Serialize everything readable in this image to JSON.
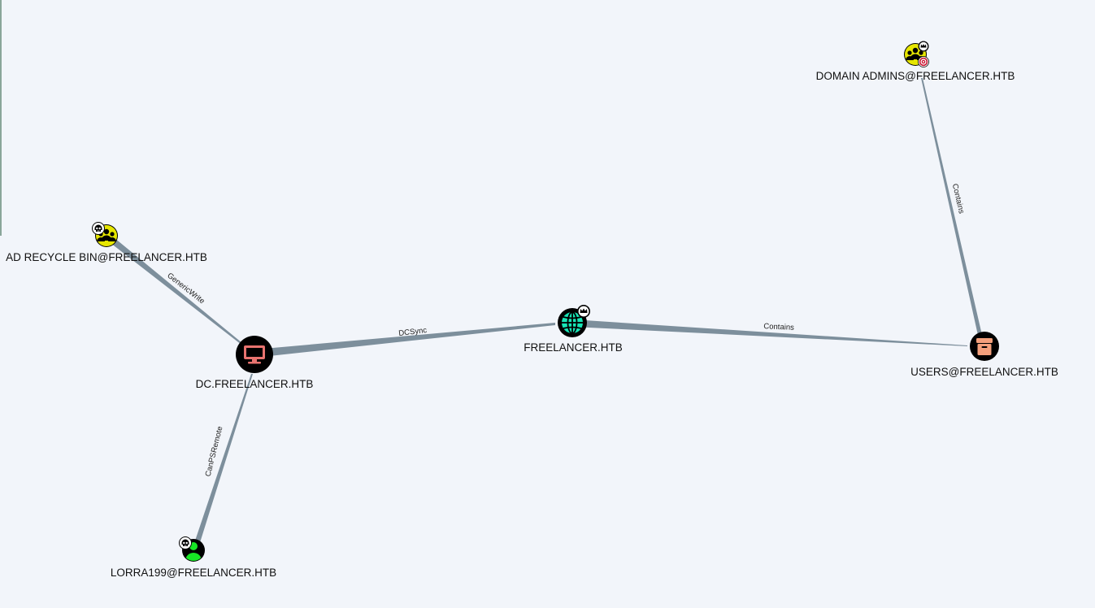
{
  "graph": {
    "nodes": {
      "domain_admins": {
        "label": "DOMAIN ADMINS@FREELANCER.HTB",
        "type": "group",
        "badges": [
          "crown-icon",
          "target-icon"
        ],
        "colors": {
          "fill": "#e6e600",
          "ring": "#000000"
        }
      },
      "ad_recycle": {
        "label": "AD RECYCLE BIN@FREELANCER.HTB",
        "type": "group",
        "badges": [
          "skull-icon"
        ],
        "colors": {
          "fill": "#e6e600",
          "ring": "#000000"
        }
      },
      "dc": {
        "label": "DC.FREELANCER.HTB",
        "type": "computer",
        "badges": [],
        "colors": {
          "fill": "#e8736f",
          "ring": "#000000"
        }
      },
      "freelancer": {
        "label": "FREELANCER.HTB",
        "type": "domain",
        "badges": [
          "crown-icon"
        ],
        "colors": {
          "fill": "#17e6b7",
          "ring": "#000000"
        }
      },
      "users": {
        "label": "USERS@FREELANCER.HTB",
        "type": "container",
        "badges": [],
        "colors": {
          "fill": "#f4a07c",
          "ring": "#000000"
        }
      },
      "lorra": {
        "label": "LORRA199@FREELANCER.HTB",
        "type": "user",
        "badges": [
          "skull-icon"
        ],
        "colors": {
          "fill": "#17e625",
          "ring": "#000000"
        }
      }
    },
    "edges": {
      "generic_write": {
        "label": "GenericWrite",
        "source": "ad_recycle",
        "target": "dc"
      },
      "dcsync": {
        "label": "DCSync",
        "source": "dc",
        "target": "freelancer"
      },
      "contains_users": {
        "label": "Contains",
        "source": "freelancer",
        "target": "users"
      },
      "contains_da": {
        "label": "Contains",
        "source": "users",
        "target": "domain_admins"
      },
      "can_ps_remote": {
        "label": "CanPSRemote",
        "source": "lorra",
        "target": "dc"
      }
    },
    "edge_color": "#7d8f9c",
    "background": "#f2f5fa"
  }
}
